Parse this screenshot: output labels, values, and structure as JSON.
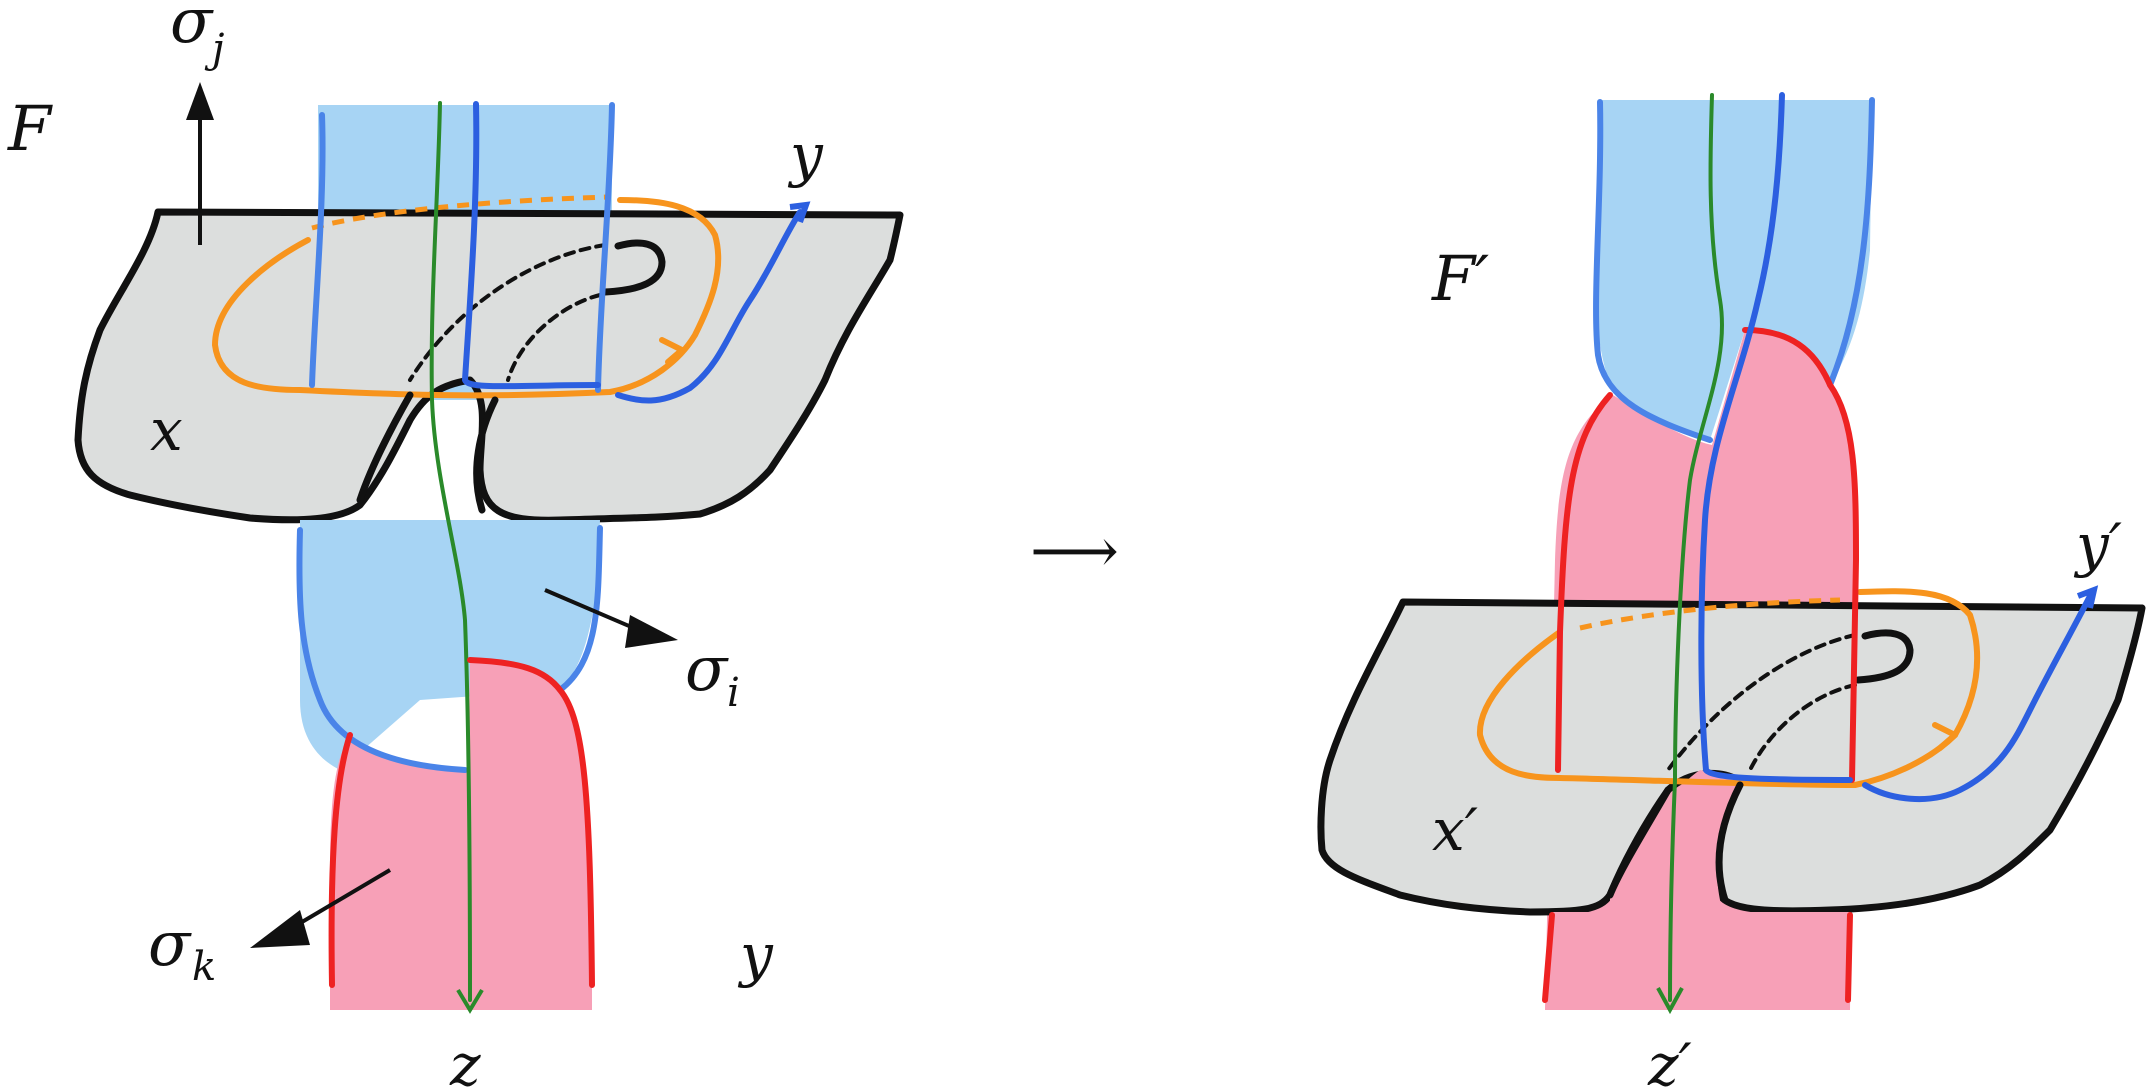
{
  "left_figure": {
    "surface_label": "F",
    "sigma_j": {
      "base": "σ",
      "sub": "j"
    },
    "sigma_i": {
      "base": "σ",
      "sub": "i"
    },
    "sigma_k": {
      "base": "σ",
      "sub": "k"
    },
    "x_label": "x",
    "y_top_label": "y",
    "y_bottom_label": "y",
    "z_label": "z"
  },
  "arrow_symbol": "⟶",
  "right_figure": {
    "surface_label": "F′",
    "x_label": "x′",
    "y_label": "y′",
    "z_label": "z′"
  },
  "colors": {
    "surface_gray": "#dcdedd",
    "tube_blue": "#a7d4f4",
    "tube_pink": "#f7a0b7",
    "curve_orange": "#f7941d",
    "curve_blue": "#2c5fe0",
    "curve_green": "#2a8a2a",
    "curve_red": "#ee2222"
  }
}
